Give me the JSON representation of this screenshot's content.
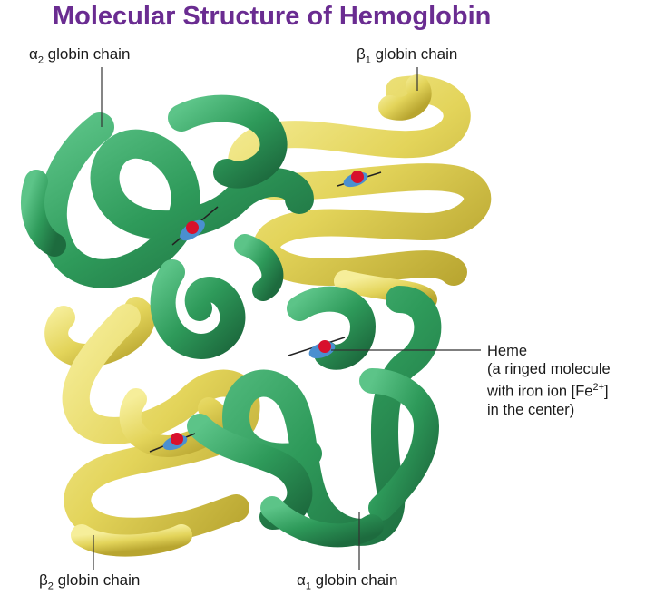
{
  "title": "Molecular Structure of Hemoglobin",
  "labels": {
    "alpha2": {
      "greek": "α",
      "sub": "2",
      "rest": " globin chain"
    },
    "beta1": {
      "greek": "β",
      "sub": "1",
      "rest": " globin chain"
    },
    "beta2": {
      "greek": "β",
      "sub": "2",
      "rest": " globin chain"
    },
    "alpha1": {
      "greek": "α",
      "sub": "1",
      "rest": " globin chain"
    }
  },
  "heme": {
    "line1": "Heme",
    "line2": "(a ringed molecule",
    "line3_pre": "with iron ion [Fe",
    "line3_sup": "2+",
    "line3_post": "]",
    "line4": "in the center)"
  },
  "colors": {
    "title": "#6a2c91",
    "green_chain": "#2e9a5a",
    "yellow_chain": "#e3d45a",
    "iron": "#d8102c",
    "heme_ring": "#4a8fd0"
  }
}
